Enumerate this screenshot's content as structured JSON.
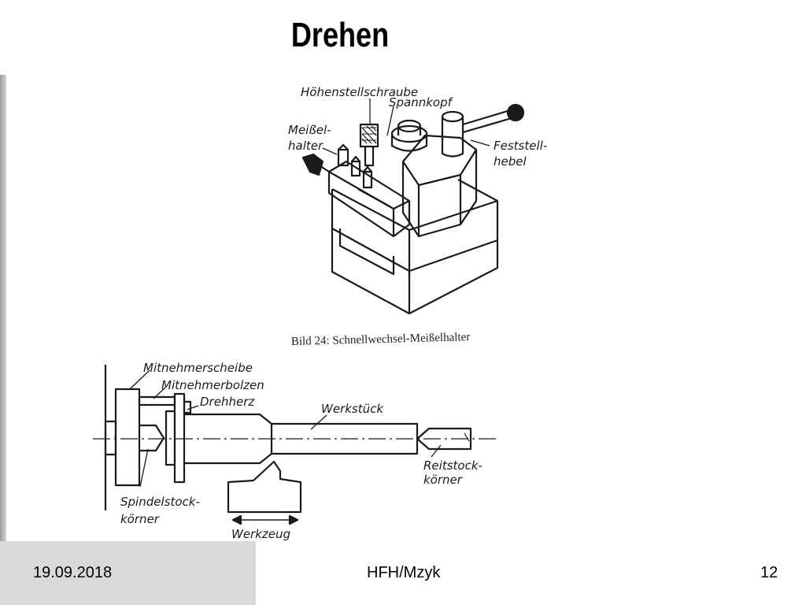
{
  "slide": {
    "title": "Drehen",
    "footer": {
      "date": "19.09.2018",
      "author": "HFH/Mzyk",
      "page": "12"
    }
  },
  "figure_top": {
    "labels": {
      "hoehenstellschraube": "Höhenstellschraube",
      "spannkopf": "Spannkopf",
      "meissel_line1": "Meißel-",
      "meissel_line2": "halter",
      "feststell_line1": "Feststell-",
      "feststell_line2": "hebel"
    },
    "caption": "Bild 24:  Schnellwechsel-Meißelhalter"
  },
  "figure_bottom": {
    "labels": {
      "mitnehmerscheibe": "Mitnehmerscheibe",
      "mitnehmerbolzen": "Mitnehmerbolzen",
      "drehherz": "Drehherz",
      "werkstueck": "Werkstück",
      "reitstock_line1": "Reitstock-",
      "reitstock_line2": "körner",
      "spindelstock_line1": "Spindelstock-",
      "spindelstock_line2": "körner",
      "werkzeug": "Werkzeug"
    }
  }
}
